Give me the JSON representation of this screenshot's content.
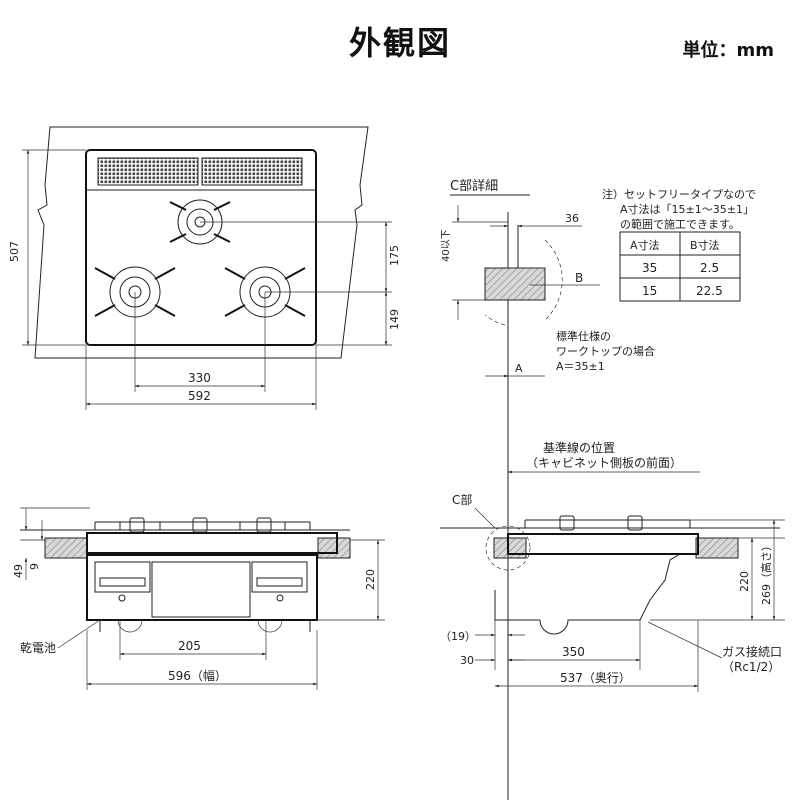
{
  "title": "外観図",
  "unit": "単位：mm",
  "top_view": {
    "dim_depth": "507",
    "dim_burner_offset": "175",
    "dim_front_offset": "149",
    "dim_burner_span": "330",
    "dim_width": "592"
  },
  "detail": {
    "title": "C部詳細",
    "dim_min": "40以下",
    "dim_36": "36",
    "label_b": "B",
    "label_a": "A",
    "note_line1": "注）セットフリータイプなので",
    "note_line2": "A寸法は「15±1～35±1」",
    "note_line3": "の範囲で施工できます。",
    "table_headers": [
      "A寸法",
      "B寸法"
    ],
    "table_rows": [
      [
        "35",
        "2.5"
      ],
      [
        "15",
        "22.5"
      ]
    ],
    "std_line1": "標準仕様の",
    "std_line2": "ワークトップの場合",
    "std_line3": "A＝35±1"
  },
  "reference": {
    "line1": "基準線の位置",
    "line2": "（キャビネット側板の前面）"
  },
  "front_view": {
    "dim_49": "49",
    "dim_9": "9",
    "dim_220": "220",
    "dim_205": "205",
    "dim_width": "596（幅）",
    "battery_label": "乾電池"
  },
  "side_view": {
    "part_c": "C部",
    "dim_220": "220",
    "dim_height": "269（高さ）",
    "dim_19": "（19）",
    "dim_30": "30",
    "dim_350": "350",
    "dim_depth": "537（奥行）",
    "gas_line1": "ガス接続口",
    "gas_line2": "（Rc1/2）"
  }
}
